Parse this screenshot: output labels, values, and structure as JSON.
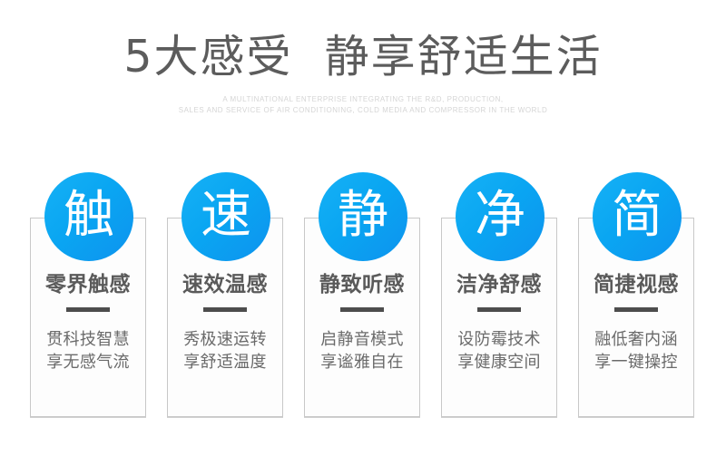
{
  "header": {
    "title": "5大感受  静享舒适生活",
    "subtitle_line1": "A MULTINATIONAL ENTERPRISE INTEGRATING THE R&D, PRODUCTION,",
    "subtitle_line2": "SALES AND SERVICE OF AIR CONDITIONING, COLD MEDIA AND COMPRESSOR IN THE WORLD"
  },
  "colors": {
    "circle_top": "#16b1f5",
    "circle_bottom": "#0d93ee",
    "title_gray": "#5c5c5c",
    "divider_gray": "#4d4d4d",
    "card_border": "#c8c8c8",
    "background": "#ffffff"
  },
  "cards": [
    {
      "badge": "触",
      "title": "零界触感",
      "line1": "贯科技智慧",
      "line2": "享无感气流"
    },
    {
      "badge": "速",
      "title": "速效温感",
      "line1": "秀极速运转",
      "line2": "享舒适温度"
    },
    {
      "badge": "静",
      "title": "静致听感",
      "line1": "启静音模式",
      "line2": "享谧雅自在"
    },
    {
      "badge": "净",
      "title": "洁净舒感",
      "line1": "设防霉技术",
      "line2": "享健康空间"
    },
    {
      "badge": "简",
      "title": "简捷视感",
      "line1": "融低奢内涵",
      "line2": "享一键操控"
    }
  ]
}
